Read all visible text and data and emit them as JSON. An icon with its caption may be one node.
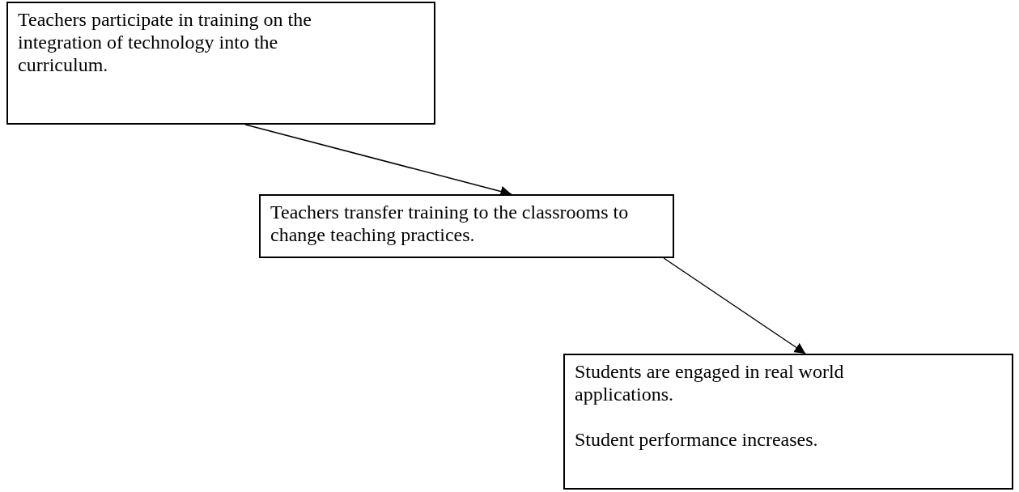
{
  "diagram": {
    "nodes": [
      {
        "text": [
          "Teachers participate in training on the integration of technology into the curriculum."
        ]
      },
      {
        "text": [
          "Teachers transfer training to the classrooms to change teaching practices."
        ]
      },
      {
        "text": [
          "Students are engaged in real world applications.",
          "Student performance increases."
        ]
      }
    ],
    "edges": [
      {
        "from": 0,
        "to": 1,
        "arrow": "to"
      },
      {
        "from": 1,
        "to": 2,
        "arrow": "to"
      }
    ]
  }
}
